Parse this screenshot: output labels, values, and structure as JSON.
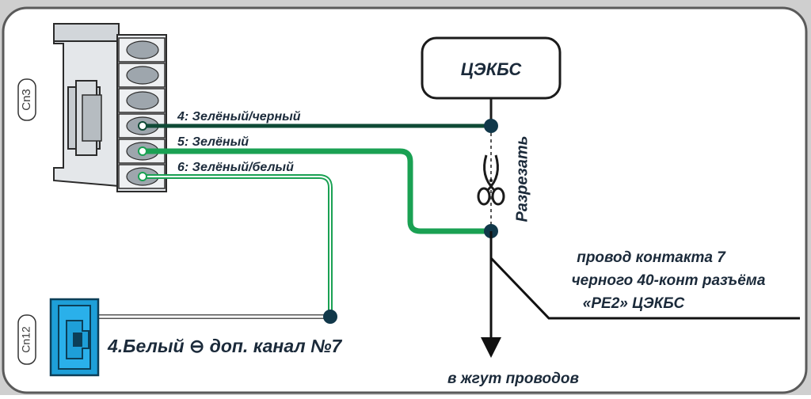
{
  "diagram": {
    "connector_cn3": {
      "label": "Cn3"
    },
    "connector_cn12": {
      "label": "Cn12"
    },
    "central_box": {
      "label": "ЦЭКБС"
    },
    "wires": [
      {
        "label": "4: Зелёный/черный",
        "color": "#0f4a36"
      },
      {
        "label": "5: Зелёный",
        "color": "#1aa153"
      },
      {
        "label": "6: Зелёный/белый",
        "color": "#1aa153"
      }
    ],
    "cut_label": "Разрезать",
    "scissors_icon": "scissors-icon",
    "contact_note": [
      "провод контакта 7",
      "черного 40-конт разъёма",
      "«PE2» ЦЭКБС"
    ],
    "harness_label": "в жгут проводов",
    "cn12_caption_before": "4.Белый",
    "cn12_caption_symbol": "⊖",
    "cn12_caption_after": "доп. канал №7",
    "colors": {
      "dark_green": "#0f4a36",
      "green": "#1aa153",
      "node": "#11384a",
      "connector_blue": "#1e9fd8",
      "frame": "#5a5a5a"
    }
  }
}
